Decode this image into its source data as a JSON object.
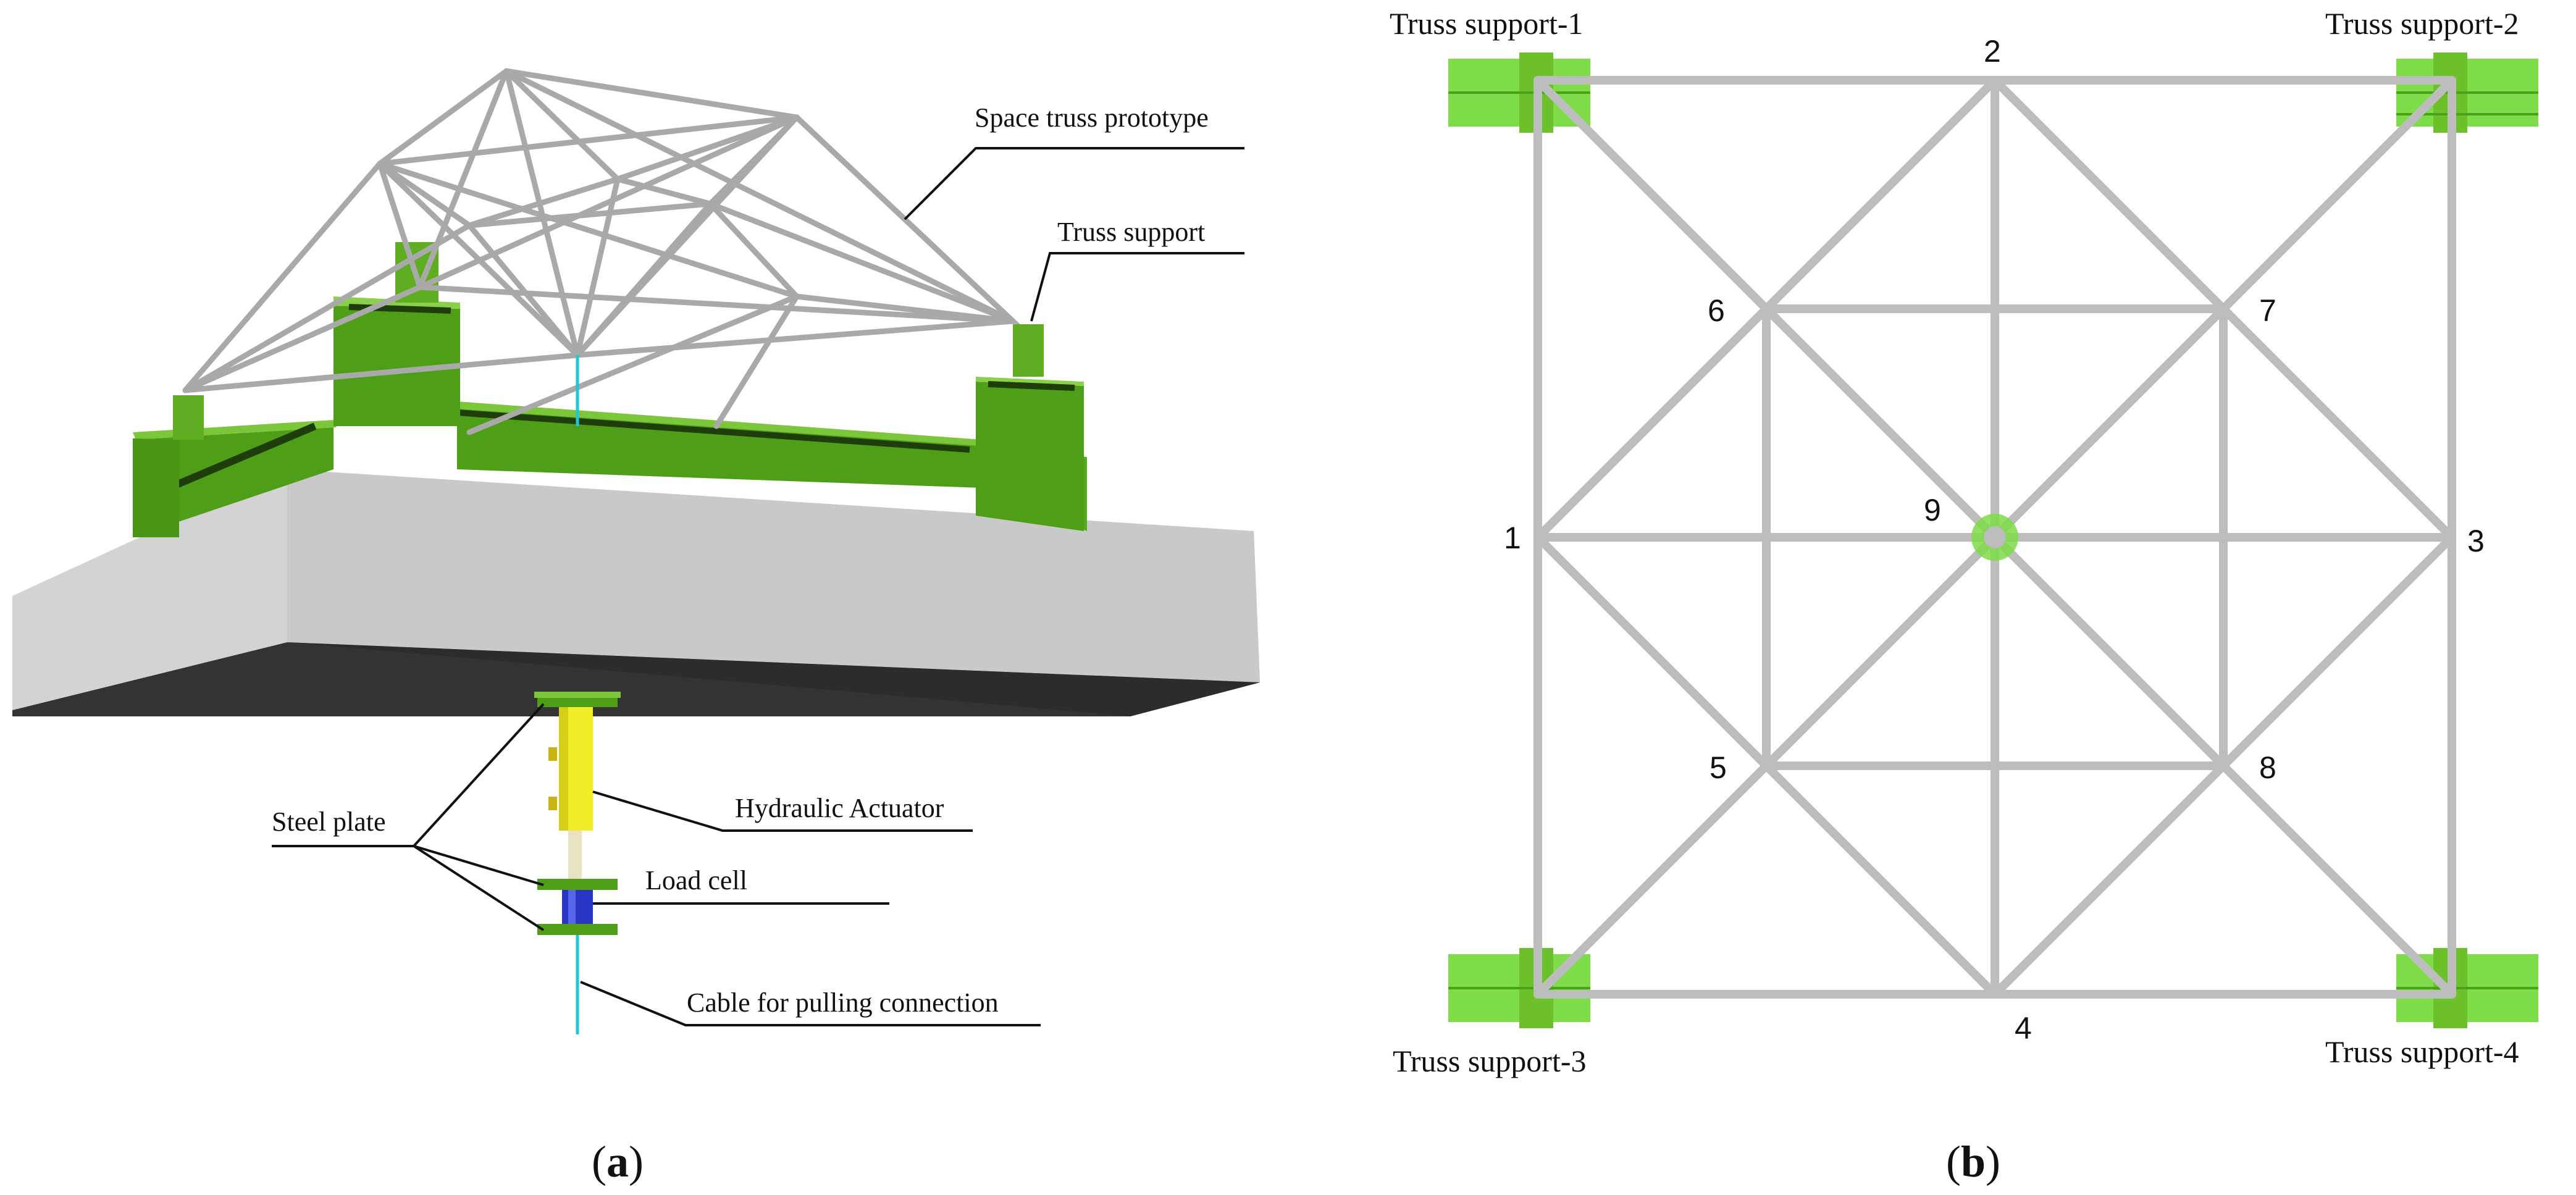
{
  "figure_a": {
    "labels": {
      "space_truss_prototype": "Space truss prototype",
      "truss_support": "Truss support",
      "steel_plate": "Steel plate",
      "hydraulic_actuator": "Hydraulic Actuator",
      "load_cell": "Load cell",
      "cable": "Cable for pulling connection"
    },
    "caption_open": "(",
    "caption_letter": "a",
    "caption_close": ")"
  },
  "figure_b": {
    "supports": {
      "s1": "Truss support-1",
      "s2": "Truss support-2",
      "s3": "Truss support-3",
      "s4": "Truss support-4"
    },
    "nodes": {
      "n1": "1",
      "n2": "2",
      "n3": "3",
      "n4": "4",
      "n5": "5",
      "n6": "6",
      "n7": "7",
      "n8": "8",
      "n9": "9"
    },
    "caption_open": "(",
    "caption_letter": "b",
    "caption_close": ")"
  },
  "colors": {
    "support_green": "#6cc02a",
    "bright_green": "#7ddc47",
    "concrete": "#cfcfcf",
    "shadow": "#333333",
    "actuator_yellow": "#f2ec2a",
    "load_cell_blue": "#2a35c6",
    "cable_cyan": "#21c7d6"
  }
}
